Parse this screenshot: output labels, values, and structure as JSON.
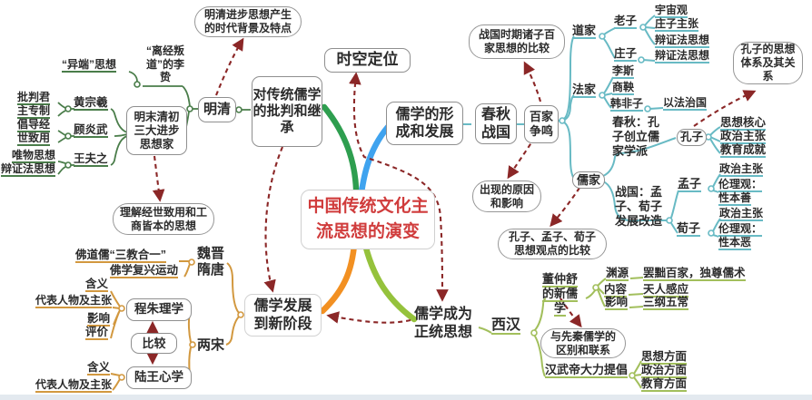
{
  "palette": {
    "dashed_arrow": "#8b2727",
    "ming_qing_green": "#4a7d4a",
    "chun_qiu_teal": "#68bac4",
    "xi_han_yellow_green": "#a2bf5c",
    "song_ming_orange": "#d2983f",
    "title_red": "#d03c3c",
    "center_curve_green": "#2e9e4f",
    "center_curve_blue": "#3fa3ef",
    "center_curve_orange": "#f29022",
    "center_curve_light_green": "#95c23c"
  },
  "center": {
    "title": "中国传统文化主流思想的演变"
  },
  "floating": {
    "time_space": "时空定位"
  },
  "ming_qing_branch": {
    "stage": "明清",
    "topic": "对传统儒学的批判和继承",
    "background_bubble": "明清进步思想产生的时代背景及特点",
    "understand_bubble": "理解经世致用和工商皆本的思想",
    "heresy": "“异端”思想",
    "li_zhi": "“离经叛道”的李贽",
    "three_thinkers": "明末清初三大进步思想家",
    "huang_zongxi": "黄宗羲",
    "huang_view": "批判君主专制",
    "gu_yanwu": "顾炎武",
    "gu_view": "倡导经世致用",
    "wang_fuzhi": "王夫之",
    "wang_view_1": "唯物思想",
    "wang_view_2": "辩证法思想"
  },
  "chun_qiu_branch": {
    "topic": "儒学的形成和发展",
    "stage": "春秋战国",
    "hundred_schools": "百家争鸣",
    "comparison_bubble": "战国时期诸子百家思想的比较",
    "origin_bubble": "出现的原因和影响",
    "daoism": "道家",
    "laozi": "老子",
    "laozi_views": [
      "宇宙观",
      "庄子主张",
      "辩证法思想"
    ],
    "zhuangzi": "庄子",
    "zhuangzi_view": "辩证法思想",
    "legalism": "法家",
    "li_si": "李斯",
    "shang_yang": "商鞅",
    "han_feizi": "韩非子",
    "han_feizi_view": "以法治国",
    "confucianism": "儒家",
    "spring_note": "春秋：孔子创立儒家学派",
    "kongzi": "孔子",
    "kongzi_views": [
      "思想核心",
      "政治主张",
      "教育成就"
    ],
    "kongzi_bubble": "孔子的思想体系及其关系",
    "warring_note": "战国：孟子、荀子发展改造",
    "mengzi": "孟子",
    "mengzi_views": [
      "政治主张",
      "伦理观：性本善"
    ],
    "xunzi": "荀子",
    "xunzi_views": [
      "政治主张",
      "伦理观：性本恶"
    ],
    "three_sages_bubble": "孔子、孟子、荀子思想观点的比较"
  },
  "xi_han_branch": {
    "topic": "儒学成为正统思想",
    "stage": "西汉",
    "dong_zhongshu": "董仲舒的新儒学",
    "dong_aspects": [
      "渊源",
      "内容",
      "影响"
    ],
    "dong_contents": [
      "罢黜百家，独尊儒术",
      "天人感应",
      "三纲五常"
    ],
    "diff_bubble": "与先秦儒学的区别和联系",
    "han_wudi": "汉武帝大力提倡",
    "wudi_aspects": [
      "思想方面",
      "政治方面",
      "教育方面"
    ]
  },
  "song_ming_branch": {
    "topic": "儒学发展到新阶段",
    "wei_jin_sui_tang": "魏晋隋唐",
    "three_teachings": "佛道儒“三教合一”",
    "buddhist_revival": "佛学复兴运动",
    "liang_song": "两宋",
    "cheng_zhu": "程朱理学",
    "cheng_zhu_aspects": [
      "含义",
      "代表人物及主张",
      "影响",
      "评价"
    ],
    "compare": "比较",
    "lu_wang": "陆王心学",
    "lu_wang_aspects": [
      "含义",
      "代表人物及主张"
    ]
  }
}
